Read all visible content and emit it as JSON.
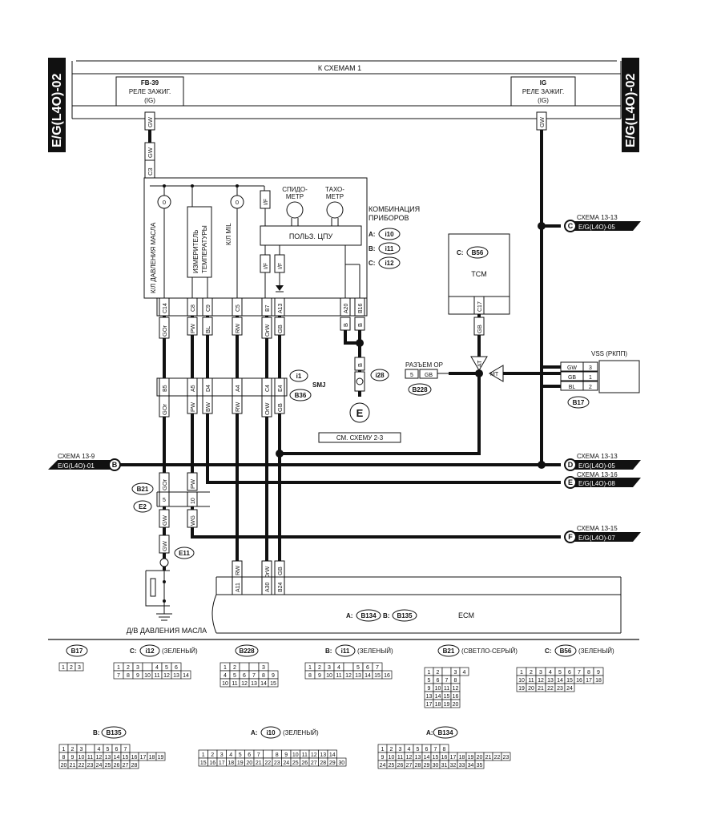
{
  "page_tag": {
    "left": "E/G(L4O)-02",
    "right": "E/G(L4O)-02"
  },
  "bus": {
    "title": "К СХЕМАМ 1"
  },
  "fuse_left": {
    "id": "FB-39",
    "name": "РЕЛЕ ЗАЖИГ.",
    "sub": "(IG)"
  },
  "fuse_right": {
    "id": "IG",
    "name": "РЕЛЕ ЗАЖИГ.",
    "sub": "(IG)"
  },
  "combo": {
    "title1": "КОМБИНАЦИЯ",
    "title2": "ПРИБОРОВ",
    "conn_a": "A:",
    "conn_a_id": "i10",
    "conn_b": "B:",
    "conn_b_id": "i11",
    "conn_c": "C:",
    "conn_c_id": "i12",
    "oil_lamp": "К/Л ДАВЛЕНИЯ МАСЛА",
    "temp1": "ИЗМЕРИТЕЛЬ",
    "temp2": "ТЕМПЕРАТУРЫ",
    "mil": "К/Л MIL",
    "speedo1": "СПИДО-",
    "speedo2": "МЕТР",
    "tacho1": "ТАХО-",
    "tacho2": "МЕТР",
    "cpu": "ПОЛЬЗ. ЦПУ",
    "if_label": "I/F",
    "pins": [
      "C14",
      "C8",
      "C9",
      "C5",
      "B7",
      "A13",
      "A20",
      "B16"
    ]
  },
  "wire_colors": {
    "gw": "GW",
    "gor": "GOr",
    "pw": "PW",
    "bl": "BL",
    "rw": "RW",
    "orw": "OrW",
    "gb": "GB",
    "b": "B",
    "bw": "BW",
    "wg": "WG"
  },
  "smj": {
    "label": "SMJ",
    "id1": "i1",
    "id2": "B36",
    "pins": [
      "B5",
      "A5",
      "D4",
      "A4",
      "C4",
      "E4"
    ]
  },
  "ground": {
    "id": "i28",
    "note": "СМ. СХЕМУ 2-3",
    "symbol": "E"
  },
  "tcm": {
    "conn": "C:",
    "conn_id": "B56",
    "name": "TCM",
    "pin": "C17",
    "at": "AT",
    "mt": "MT"
  },
  "op": {
    "label": "РАЗЪЕМ ОР",
    "pin": "5",
    "color": "GB",
    "id": "B228"
  },
  "vss": {
    "label": "VSS (РКПП)",
    "id": "B17",
    "rows": [
      [
        "GW",
        "3"
      ],
      [
        "GB",
        "1"
      ],
      [
        "BL",
        "2"
      ]
    ]
  },
  "refs": {
    "c": {
      "scheme": "СХЕМА 13-13",
      "page": "E/G(L4O)-05",
      "letter": "C"
    },
    "b": {
      "scheme": "СХЕМА 13-9",
      "page": "E/G(L4O)-01",
      "letter": "B"
    },
    "d": {
      "scheme": "СХЕМА 13-13",
      "page": "E/G(L4O)-05",
      "letter": "D"
    },
    "e": {
      "scheme": "СХЕМА 13-16",
      "page": "E/G(L4O)-08",
      "letter": "E"
    },
    "f": {
      "scheme": "СХЕМА 13-15",
      "page": "E/G(L4O)-07",
      "letter": "F"
    }
  },
  "b21e2": {
    "id1": "B21",
    "id2": "E2",
    "pin1": "5",
    "pin2": "10"
  },
  "oil_sensor": {
    "id": "E11",
    "label": "Д/В ДАВЛЕНИЯ МАСЛА"
  },
  "ecm": {
    "name": "ECM",
    "conn_a": "A:",
    "conn_a_id": "B134",
    "conn_b": "B:",
    "conn_b_id": "B135",
    "pins": [
      "A11",
      "A30",
      "B24"
    ]
  },
  "legend": {
    "b17": {
      "id": "B17",
      "rows": [
        [
          "1",
          "2",
          "3"
        ]
      ]
    },
    "i12": {
      "prefix": "C:",
      "id": "i12",
      "color": "(ЗЕЛЕНЫЙ)",
      "rows": [
        [
          "1",
          "2",
          "3",
          "",
          "4",
          "5",
          "6"
        ],
        [
          "7",
          "8",
          "9",
          "10",
          "11",
          "12",
          "13",
          "14"
        ]
      ]
    },
    "b228": {
      "id": "B228",
      "rows": [
        [
          "1",
          "2",
          "",
          "",
          "3"
        ],
        [
          "4",
          "5",
          "6",
          "7",
          "8",
          "9"
        ],
        [
          "10",
          "11",
          "12",
          "13",
          "14",
          "15"
        ]
      ]
    },
    "i11": {
      "prefix": "B:",
      "id": "i11",
      "color": "(ЗЕЛЕНЫЙ)",
      "rows": [
        [
          "1",
          "2",
          "3",
          "4",
          "",
          "5",
          "6",
          "7"
        ],
        [
          "8",
          "9",
          "10",
          "11",
          "12",
          "13",
          "14",
          "15",
          "16"
        ]
      ]
    },
    "b21": {
      "id": "B21",
      "color": "(СВЕТЛО-СЕРЫЙ)",
      "rows": [
        [
          "1",
          "2",
          "",
          "3",
          "4"
        ],
        [
          "5",
          "6",
          "7",
          "8"
        ],
        [
          "9",
          "10",
          "11",
          "12"
        ],
        [
          "13",
          "14",
          "15",
          "16"
        ],
        [
          "17",
          "18",
          "19",
          "20"
        ]
      ]
    },
    "b56": {
      "prefix": "C:",
      "id": "B56",
      "color": "(ЗЕЛЕНЫЙ)",
      "rows": [
        [
          "1",
          "2",
          "3",
          "4",
          "5",
          "6",
          "7",
          "8",
          "9"
        ],
        [
          "10",
          "11",
          "12",
          "13",
          "14",
          "15",
          "16",
          "17",
          "18"
        ],
        [
          "19",
          "20",
          "21",
          "22",
          "23",
          "24"
        ]
      ]
    },
    "b135": {
      "prefix": "B:",
      "id": "B135",
      "rows": [
        [
          "1",
          "2",
          "3",
          "",
          "4",
          "5",
          "6",
          "7"
        ],
        [
          "8",
          "9",
          "10",
          "11",
          "12",
          "13",
          "14",
          "15",
          "16",
          "17",
          "18",
          "19"
        ],
        [
          "20",
          "21",
          "22",
          "23",
          "24",
          "25",
          "26",
          "27",
          "28"
        ]
      ]
    },
    "i10": {
      "prefix": "A:",
      "id": "i10",
      "color": "(ЗЕЛЕНЫЙ)",
      "rows": [
        [
          "1",
          "2",
          "3",
          "4",
          "5",
          "6",
          "7",
          "",
          "8",
          "9",
          "10",
          "11",
          "12",
          "13",
          "14"
        ],
        [
          "15",
          "16",
          "17",
          "18",
          "19",
          "20",
          "21",
          "22",
          "23",
          "24",
          "25",
          "26",
          "27",
          "28",
          "29",
          "30"
        ]
      ]
    },
    "b134": {
      "prefix": "A:",
      "id": "B134",
      "rows": [
        [
          "1",
          "2",
          "3",
          "4",
          "5",
          "6",
          "7",
          "8"
        ],
        [
          "9",
          "10",
          "11",
          "12",
          "13",
          "14",
          "15",
          "16",
          "17",
          "18",
          "19",
          "20",
          "21",
          "22",
          "23"
        ],
        [
          "24",
          "25",
          "26",
          "27",
          "28",
          "29",
          "30",
          "31",
          "32",
          "33",
          "34",
          "35"
        ]
      ]
    }
  }
}
